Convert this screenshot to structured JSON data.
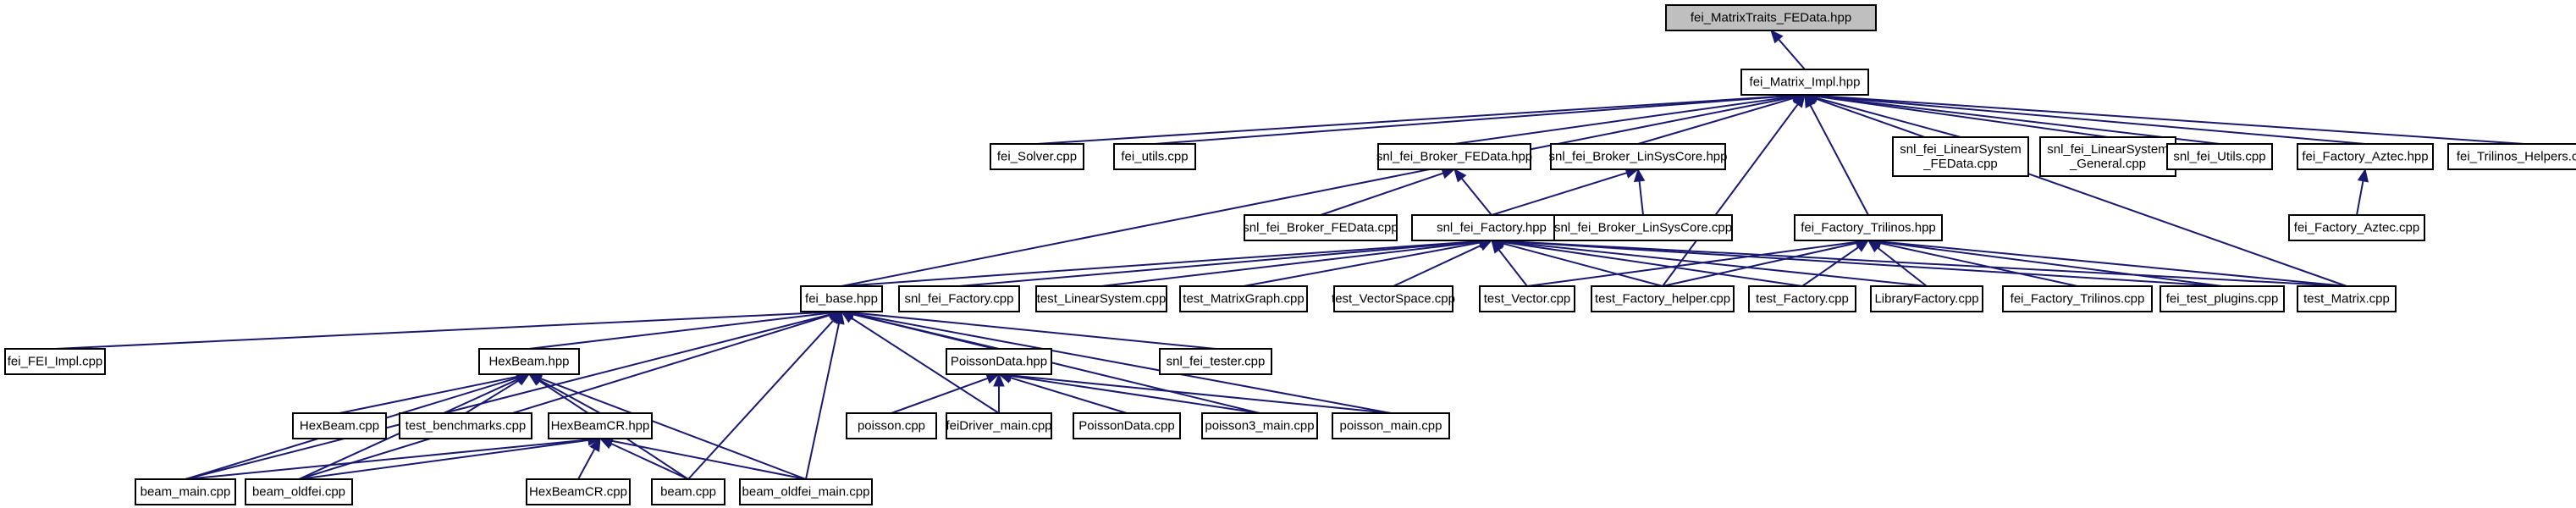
{
  "graph": {
    "nodes": [
      {
        "id": "n0",
        "lines": [
          "fei_MatrixTraits_FEData.hpp"
        ],
        "root": true
      },
      {
        "id": "n1",
        "lines": [
          "fei_Matrix_Impl.hpp"
        ]
      },
      {
        "id": "n2",
        "lines": [
          "fei_Solver.cpp"
        ]
      },
      {
        "id": "n3",
        "lines": [
          "fei_utils.cpp"
        ]
      },
      {
        "id": "n4",
        "lines": [
          "snl_fei_Broker_FEData.hpp"
        ]
      },
      {
        "id": "n5",
        "lines": [
          "snl_fei_Broker_LinSysCore.hpp"
        ]
      },
      {
        "id": "n6",
        "lines": [
          "snl_fei_LinearSystem",
          "_FEData.cpp"
        ]
      },
      {
        "id": "n7",
        "lines": [
          "snl_fei_LinearSystem",
          "_General.cpp"
        ]
      },
      {
        "id": "n8",
        "lines": [
          "snl_fei_Utils.cpp"
        ]
      },
      {
        "id": "n9",
        "lines": [
          "fei_Factory_Aztec.hpp"
        ]
      },
      {
        "id": "n10",
        "lines": [
          "fei_Trilinos_Helpers.cpp"
        ]
      },
      {
        "id": "n11",
        "lines": [
          "snl_fei_Broker_FEData.cpp"
        ]
      },
      {
        "id": "n12",
        "lines": [
          "snl_fei_Factory.hpp"
        ]
      },
      {
        "id": "n13",
        "lines": [
          "snl_fei_Broker_LinSysCore.cpp"
        ]
      },
      {
        "id": "n14",
        "lines": [
          "fei_Factory_Trilinos.hpp"
        ]
      },
      {
        "id": "n15",
        "lines": [
          "fei_Factory_Aztec.cpp"
        ]
      },
      {
        "id": "n16",
        "lines": [
          "fei_base.hpp"
        ]
      },
      {
        "id": "n17",
        "lines": [
          "snl_fei_Factory.cpp"
        ]
      },
      {
        "id": "n18",
        "lines": [
          "test_LinearSystem.cpp"
        ]
      },
      {
        "id": "n19",
        "lines": [
          "test_MatrixGraph.cpp"
        ]
      },
      {
        "id": "n20",
        "lines": [
          "test_VectorSpace.cpp"
        ]
      },
      {
        "id": "n21",
        "lines": [
          "test_Vector.cpp"
        ]
      },
      {
        "id": "n22",
        "lines": [
          "test_Factory_helper.cpp"
        ]
      },
      {
        "id": "n23",
        "lines": [
          "test_Factory.cpp"
        ]
      },
      {
        "id": "n24",
        "lines": [
          "LibraryFactory.cpp"
        ]
      },
      {
        "id": "n25",
        "lines": [
          "fei_Factory_Trilinos.cpp"
        ]
      },
      {
        "id": "n26",
        "lines": [
          "fei_test_plugins.cpp"
        ]
      },
      {
        "id": "n27",
        "lines": [
          "test_Matrix.cpp"
        ]
      },
      {
        "id": "n28",
        "lines": [
          "fei_FEI_Impl.cpp"
        ]
      },
      {
        "id": "n29",
        "lines": [
          "HexBeam.hpp"
        ]
      },
      {
        "id": "n30",
        "lines": [
          "PoissonData.hpp"
        ]
      },
      {
        "id": "n31",
        "lines": [
          "snl_fei_tester.cpp"
        ]
      },
      {
        "id": "n32",
        "lines": [
          "HexBeam.cpp"
        ]
      },
      {
        "id": "n33",
        "lines": [
          "test_benchmarks.cpp"
        ]
      },
      {
        "id": "n34",
        "lines": [
          "HexBeamCR.hpp"
        ]
      },
      {
        "id": "n35",
        "lines": [
          "poisson.cpp"
        ]
      },
      {
        "id": "n36",
        "lines": [
          "feiDriver_main.cpp"
        ]
      },
      {
        "id": "n37",
        "lines": [
          "PoissonData.cpp"
        ]
      },
      {
        "id": "n38",
        "lines": [
          "poisson3_main.cpp"
        ]
      },
      {
        "id": "n39",
        "lines": [
          "poisson_main.cpp"
        ]
      },
      {
        "id": "n40",
        "lines": [
          "beam_main.cpp"
        ]
      },
      {
        "id": "n41",
        "lines": [
          "beam_oldfei.cpp"
        ]
      },
      {
        "id": "n42",
        "lines": [
          "HexBeamCR.cpp"
        ]
      },
      {
        "id": "n43",
        "lines": [
          "beam.cpp"
        ]
      },
      {
        "id": "n44",
        "lines": [
          "beam_oldfei_main.cpp"
        ]
      }
    ],
    "edges": [
      [
        "n0",
        "n1"
      ],
      [
        "n1",
        "n2"
      ],
      [
        "n1",
        "n3"
      ],
      [
        "n1",
        "n4"
      ],
      [
        "n1",
        "n5"
      ],
      [
        "n1",
        "n6"
      ],
      [
        "n1",
        "n7"
      ],
      [
        "n1",
        "n8"
      ],
      [
        "n1",
        "n9"
      ],
      [
        "n1",
        "n10"
      ],
      [
        "n1",
        "n16"
      ],
      [
        "n1",
        "n14"
      ],
      [
        "n1",
        "n22"
      ],
      [
        "n1",
        "n27"
      ],
      [
        "n4",
        "n11"
      ],
      [
        "n4",
        "n12"
      ],
      [
        "n5",
        "n12"
      ],
      [
        "n5",
        "n13"
      ],
      [
        "n9",
        "n15"
      ],
      [
        "n12",
        "n16"
      ],
      [
        "n12",
        "n17"
      ],
      [
        "n12",
        "n18"
      ],
      [
        "n12",
        "n19"
      ],
      [
        "n12",
        "n20"
      ],
      [
        "n12",
        "n21"
      ],
      [
        "n12",
        "n22"
      ],
      [
        "n12",
        "n23"
      ],
      [
        "n12",
        "n24"
      ],
      [
        "n12",
        "n26"
      ],
      [
        "n12",
        "n27"
      ],
      [
        "n14",
        "n21"
      ],
      [
        "n14",
        "n22"
      ],
      [
        "n14",
        "n23"
      ],
      [
        "n14",
        "n24"
      ],
      [
        "n14",
        "n25"
      ],
      [
        "n14",
        "n26"
      ],
      [
        "n14",
        "n27"
      ],
      [
        "n16",
        "n28"
      ],
      [
        "n16",
        "n29"
      ],
      [
        "n16",
        "n30"
      ],
      [
        "n16",
        "n31"
      ],
      [
        "n16",
        "n36"
      ],
      [
        "n16",
        "n38"
      ],
      [
        "n16",
        "n39"
      ],
      [
        "n16",
        "n40"
      ],
      [
        "n16",
        "n41"
      ],
      [
        "n16",
        "n43"
      ],
      [
        "n16",
        "n44"
      ],
      [
        "n29",
        "n32"
      ],
      [
        "n29",
        "n33"
      ],
      [
        "n29",
        "n34"
      ],
      [
        "n29",
        "n40"
      ],
      [
        "n29",
        "n41"
      ],
      [
        "n29",
        "n43"
      ],
      [
        "n29",
        "n44"
      ],
      [
        "n30",
        "n35"
      ],
      [
        "n30",
        "n36"
      ],
      [
        "n30",
        "n37"
      ],
      [
        "n30",
        "n38"
      ],
      [
        "n30",
        "n39"
      ],
      [
        "n34",
        "n40"
      ],
      [
        "n34",
        "n41"
      ],
      [
        "n34",
        "n42"
      ],
      [
        "n34",
        "n43"
      ],
      [
        "n34",
        "n44"
      ]
    ]
  }
}
